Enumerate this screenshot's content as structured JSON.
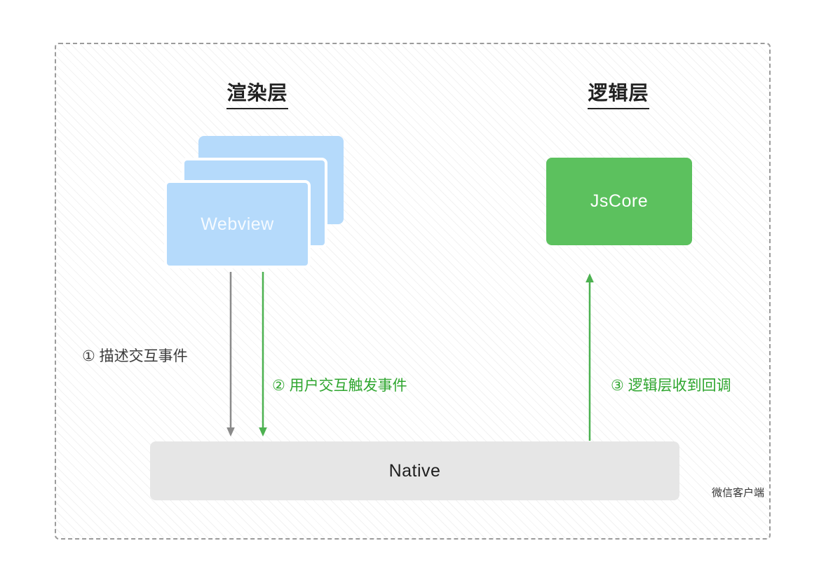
{
  "frame": {
    "client_label": "微信客户端"
  },
  "layers": {
    "render": {
      "title": "渲染层"
    },
    "logic": {
      "title": "逻辑层"
    }
  },
  "nodes": {
    "webview": {
      "label": "Webview",
      "fill": "#B5DAFB",
      "text_color": "#FFFFFF"
    },
    "jscore": {
      "label": "JsCore",
      "fill": "#5CC15E",
      "text_color": "#FFFFFF"
    },
    "native": {
      "label": "Native",
      "fill": "#E6E6E6",
      "text_color": "#1F1F1F"
    }
  },
  "steps": [
    {
      "label": "① 描述交互事件",
      "color": "#3B3B3B",
      "from": "Webview",
      "to": "Native",
      "direction": "down",
      "arrow_color": "#8A8A8A"
    },
    {
      "label": "② 用户交互触发事件",
      "color": "#2FA62F",
      "from": "Webview",
      "to": "Native",
      "direction": "down",
      "arrow_color": "#4CB150"
    },
    {
      "label": "③ 逻辑层收到回调",
      "color": "#2FA62F",
      "from": "Native",
      "to": "JsCore",
      "direction": "up",
      "arrow_color": "#4CB150"
    }
  ],
  "colors": {
    "dashed_border": "#9B9B9B",
    "hatch_line": "#ECECEC",
    "background": "#FFFFFF"
  }
}
